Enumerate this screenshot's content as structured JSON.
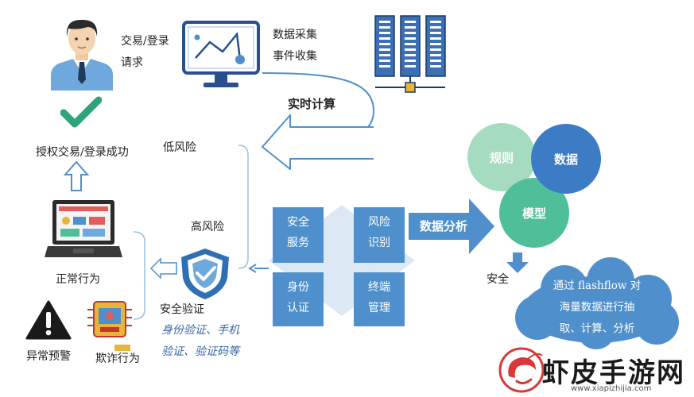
{
  "user": {
    "request_line1": "交易/登录",
    "request_line2": "请求"
  },
  "collection": {
    "line1": "数据采集",
    "line2": "事件收集"
  },
  "realtime_label": "实时计算",
  "success_label": "授权交易/登录成功",
  "low_risk_label": "低风险",
  "high_risk_label": "高风险",
  "normal_label": "正常行为",
  "verify": {
    "title": "安全验证",
    "methods_line1": "身份验证、手机",
    "methods_line2": "验证、验证码等"
  },
  "alert_label": "异常预警",
  "fraud_label": "欺诈行为",
  "services": [
    {
      "line1": "安全",
      "line2": "服务"
    },
    {
      "line1": "风险",
      "line2": "识别"
    },
    {
      "line1": "身份",
      "line2": "认证"
    },
    {
      "line1": "终端",
      "line2": "管理"
    }
  ],
  "analysis_label": "数据分析",
  "circles": {
    "rules": "规则",
    "data": "数据",
    "model": "模型"
  },
  "safe_label": "安全",
  "cloud": {
    "line1": "通过 flashflow 对",
    "line2": "海量数据进行抽",
    "line3": "取、计算、分析"
  },
  "watermark": {
    "text": "虾皮手游网",
    "url": "www.xiapizhijia.com"
  },
  "colors": {
    "primary_blue": "#4f90cc",
    "dark_blue": "#2f6fb3",
    "check_green": "#2fa37b",
    "rules_green": "#a5dcc0",
    "model_green": "#4fbf9a",
    "diamond_light": "#dce9f5"
  }
}
